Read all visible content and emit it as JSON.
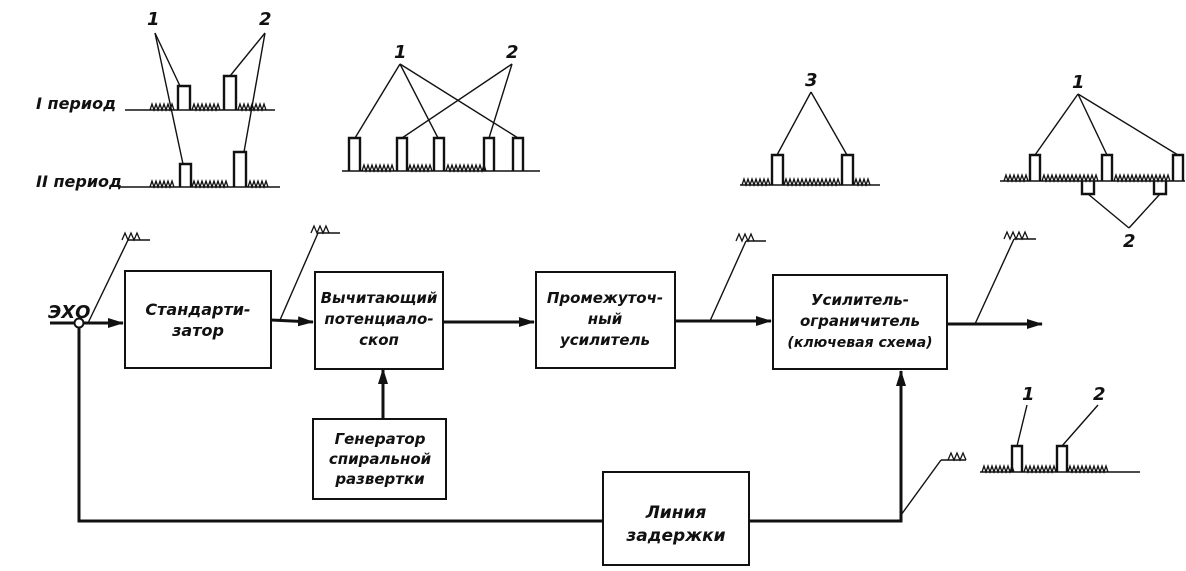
{
  "input_label": "ЭХО",
  "blocks": {
    "standardizer": [
      "Стандарти-",
      "затор"
    ],
    "subtracting_potentialoscope": [
      "Вычитающий",
      "потенциало-",
      "скоп"
    ],
    "intermediate_amplifier": [
      "Промежуточ-",
      "ный",
      "усилитель"
    ],
    "limiting_amplifier": [
      "Усилитель-",
      "ограничитель",
      "(ключевая схема)"
    ],
    "spiral_sweep_generator": [
      "Генератор",
      "спиральной",
      "развертки"
    ],
    "delay_line": [
      "Линия",
      "задержки"
    ]
  },
  "waveforms": {
    "periods": {
      "period_1_label": "I период",
      "period_2_label": "II период",
      "marker_1": "1",
      "marker_2": "2"
    },
    "potentialoscope_output": {
      "marker_1": "1",
      "marker_2": "2"
    },
    "amplifier_output": {
      "marker_3": "3"
    },
    "limiter_output": {
      "marker_1": "1",
      "marker_2": "2"
    },
    "delay_output": {
      "marker_1": "1",
      "marker_2": "2"
    }
  }
}
